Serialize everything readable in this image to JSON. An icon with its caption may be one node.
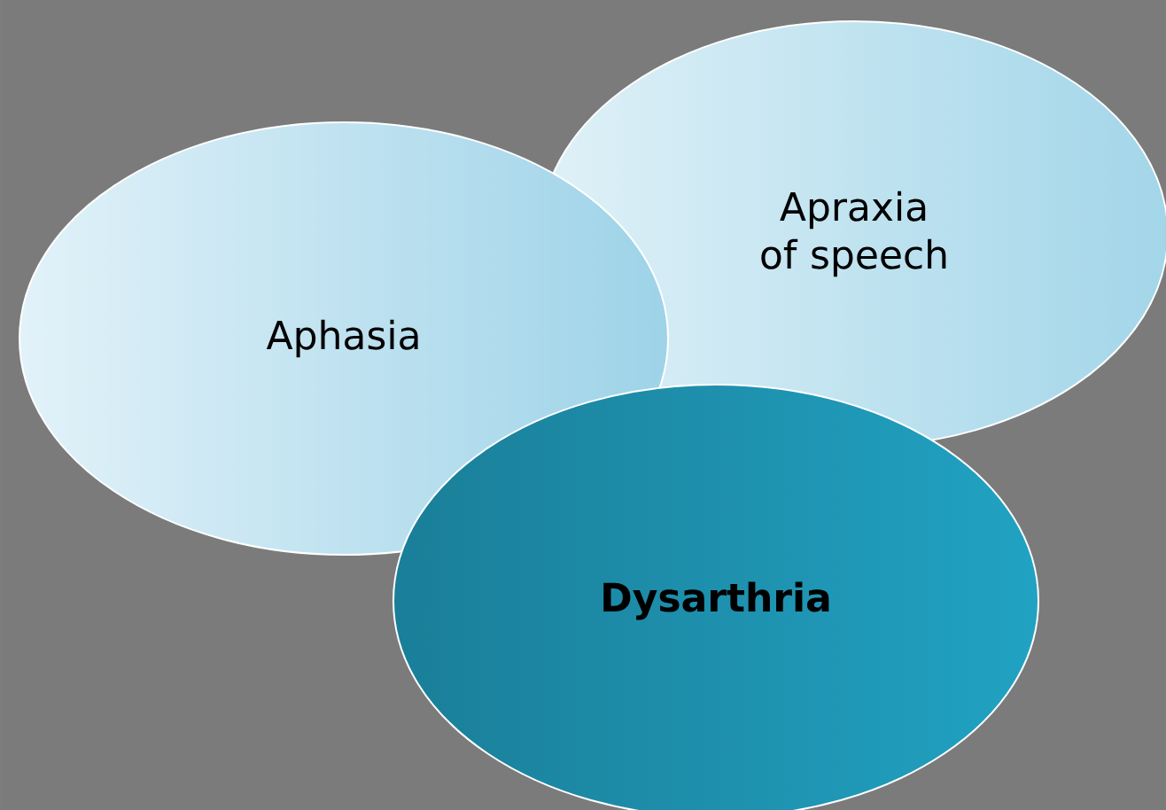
{
  "diagram": {
    "nodes": [
      {
        "text": [
          "Apraxia of speech"
        ]
      },
      {
        "text": [
          "Aphasia"
        ]
      },
      {
        "text": [
          "Dysarthria"
        ]
      }
    ]
  }
}
